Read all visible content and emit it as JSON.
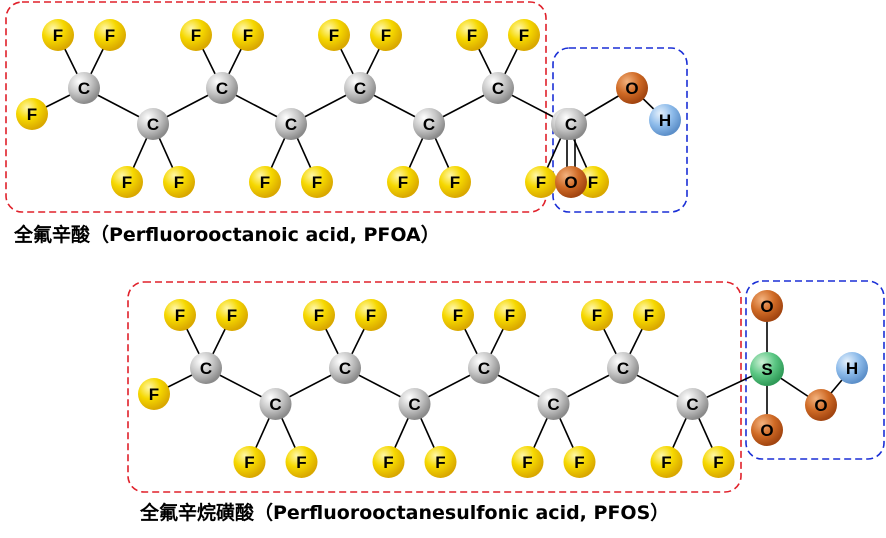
{
  "molecules": [
    {
      "id": "pfoa",
      "caption": "全氟辛酸（Perfluorooctanoic acid, PFOA）",
      "chain_carbon_count": 8,
      "head_group": "carboxylic-acid"
    },
    {
      "id": "pfos",
      "caption": "全氟辛烷磺酸（Perfluorooctanesulfonic acid, PFOS）",
      "chain_carbon_count": 8,
      "head_group": "sulfonic-acid"
    }
  ],
  "atom_symbols": {
    "carbon": "C",
    "fluorine": "F",
    "oxygen": "O",
    "hydrogen": "H",
    "sulfur": "S"
  },
  "colors": {
    "carbon": "#bdbdbd",
    "fluorine": "#f2d600",
    "oxygen": "#c8601e",
    "hydrogen": "#7fb3e6",
    "sulfur": "#4fc27a",
    "tail_box": "#e0202a",
    "head_box": "#1a2fd6"
  }
}
